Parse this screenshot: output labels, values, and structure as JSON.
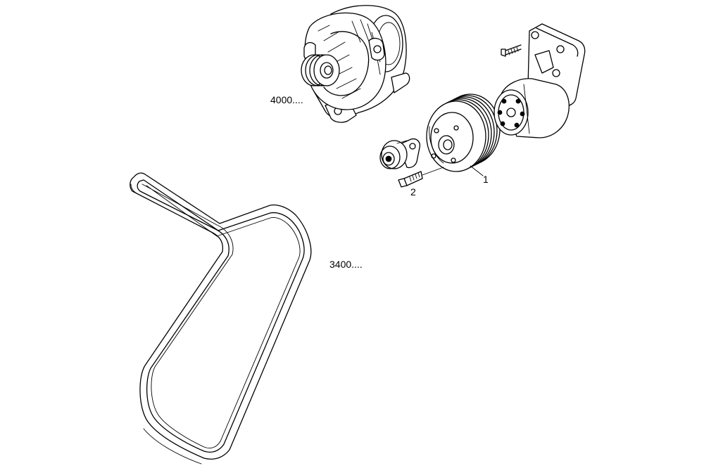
{
  "callouts": {
    "alternator": "4000....",
    "belt": "3400....",
    "pulley": "1",
    "bolt": "2"
  },
  "colors": {
    "background": "#ffffff",
    "line": "#000000"
  }
}
